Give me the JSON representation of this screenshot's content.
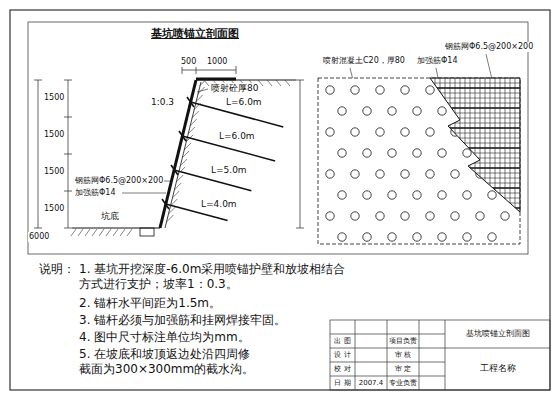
{
  "diagram": {
    "title": "基坑喷锚立剖面图",
    "labels": [
      "1000",
      "500",
      "喷射砼厚80",
      "L=6.0m",
      "L=6.0m",
      "L=5.0m",
      "L=4.0m",
      "钢筋网Φ6.5@200×200",
      "加强筋Φ14",
      "1500",
      "1500",
      "1500",
      "1500",
      "6000",
      "坑底",
      "1:0.3",
      "喷射混凝土C20，厚80",
      "加强筋Φ14",
      "钢筋网Φ6.5@200×200",
      "说明：",
      "1. 基坑开挖深度-6.0m采用喷锚护壁和放坡相结合 方式进行支护；坡率1：0.3。",
      "2. 锚杆水平间距为1.5m。",
      "3. 锚杆必须与加强筋和挂网焊接牢固。",
      "4. 图中尺寸标注单位均为mm。",
      "5. 在坡底和坡顶返边处沿四周修 截面为300×300mm的截水沟。",
      "出 图",
      "设 计",
      "校 对",
      "日 期",
      "项目负责",
      "审 核",
      "审 定",
      "专业负责",
      "2007.4",
      "基坑喷锚立剖面图",
      "工程名称"
    ]
  }
}
